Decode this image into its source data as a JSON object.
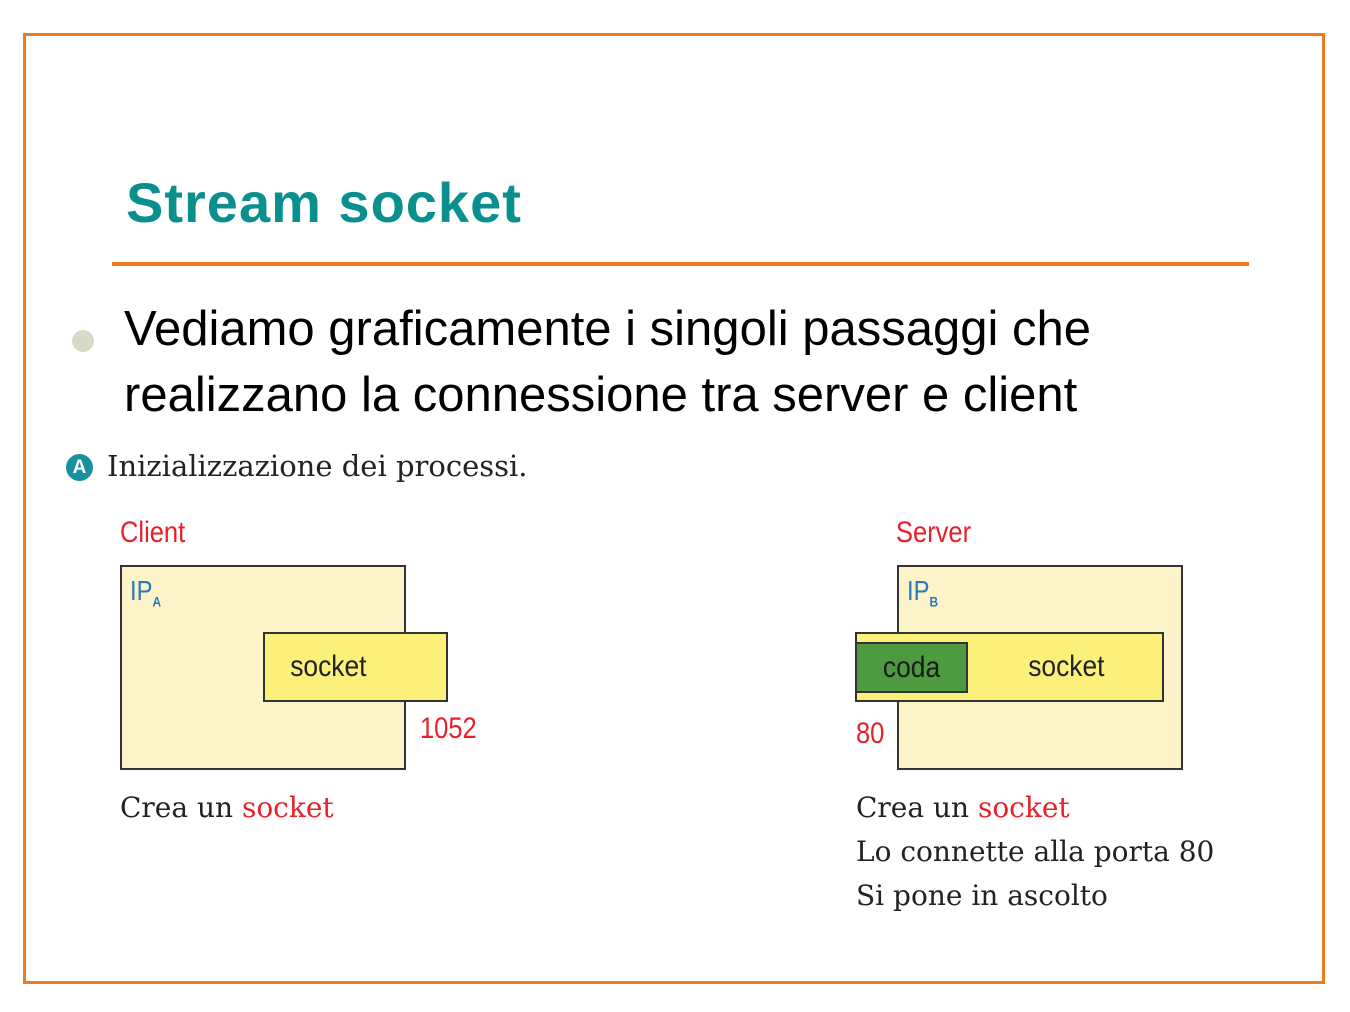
{
  "slide": {
    "title": "Stream socket",
    "bullet": "Vediamo graficamente i singoli passaggi che realizzano la connessione tra server e client"
  },
  "figure": {
    "caption_letter": "A",
    "caption": "Inizializzazione dei processi.",
    "client": {
      "label": "Client",
      "ip": "IP",
      "ip_sub": "A",
      "socket": "socket",
      "port": "1052",
      "desc_prefix": "Crea un ",
      "desc_highlight": "socket"
    },
    "server": {
      "label": "Server",
      "ip": "IP",
      "ip_sub": "B",
      "queue": "coda",
      "socket": "socket",
      "port": "80",
      "desc_prefix": "Crea un ",
      "desc_highlight": "socket",
      "desc_line2": "Lo connette alla porta 80",
      "desc_line3": "Si pone in ascolto"
    }
  },
  "colors": {
    "frame": "#f07a1e",
    "title": "#0a8f8f",
    "label_red": "#e8202a",
    "ip_blue": "#2a78c0",
    "host_fill": "#fdf3c8",
    "socket_fill": "#fbf07a",
    "queue_fill": "#4e9a40"
  }
}
